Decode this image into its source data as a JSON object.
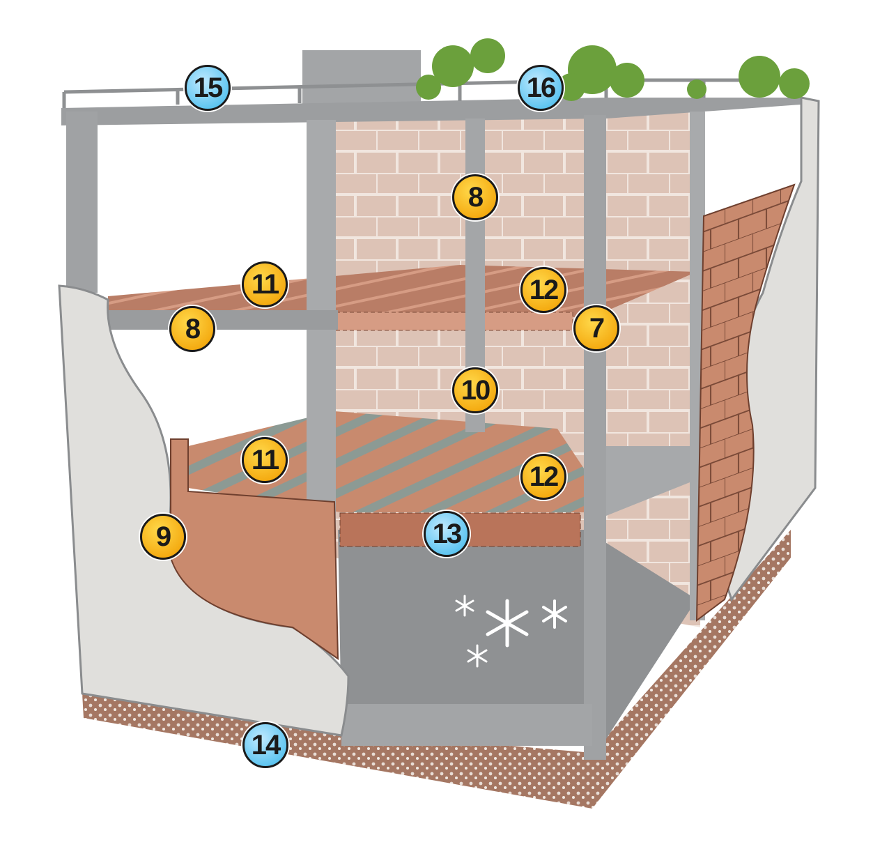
{
  "title": "Building cross-section with numbered components",
  "colors": {
    "yellow_badge": "#f7b514",
    "blue_badge": "#6ccaf2",
    "concrete": "#9a9c9e",
    "brick": "#c98a6e",
    "plaster": "#e0dfdc"
  },
  "badges": [
    {
      "label": "15",
      "style": "blue"
    },
    {
      "label": "16",
      "style": "blue"
    },
    {
      "label": "8",
      "style": "yellow"
    },
    {
      "label": "11",
      "style": "yellow"
    },
    {
      "label": "8",
      "style": "yellow"
    },
    {
      "label": "12",
      "style": "yellow"
    },
    {
      "label": "7",
      "style": "yellow"
    },
    {
      "label": "10",
      "style": "yellow"
    },
    {
      "label": "11",
      "style": "yellow"
    },
    {
      "label": "12",
      "style": "yellow"
    },
    {
      "label": "9",
      "style": "yellow"
    },
    {
      "label": "13",
      "style": "blue"
    },
    {
      "label": "14",
      "style": "blue"
    }
  ],
  "icons": [
    "snowflake-icon",
    "plant-icon"
  ]
}
